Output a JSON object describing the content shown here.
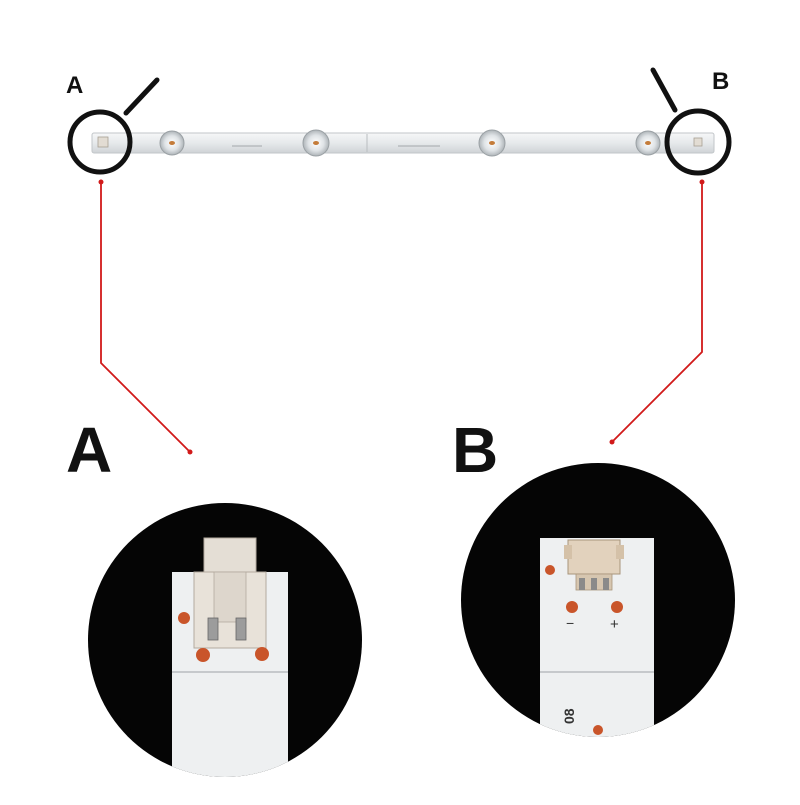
{
  "labels": {
    "top_left": "A",
    "top_right": "B",
    "detail_left": "A",
    "detail_right": "B"
  },
  "detail_b": {
    "minus_sign": "−",
    "plus_sign": "+",
    "strip_code": "08"
  },
  "colors": {
    "strip": "#eceff0",
    "leader_line": "#d11a1a",
    "lens_ring": "#111111",
    "solder_pad": "#c9552a",
    "connector": "#e2dcd3"
  }
}
